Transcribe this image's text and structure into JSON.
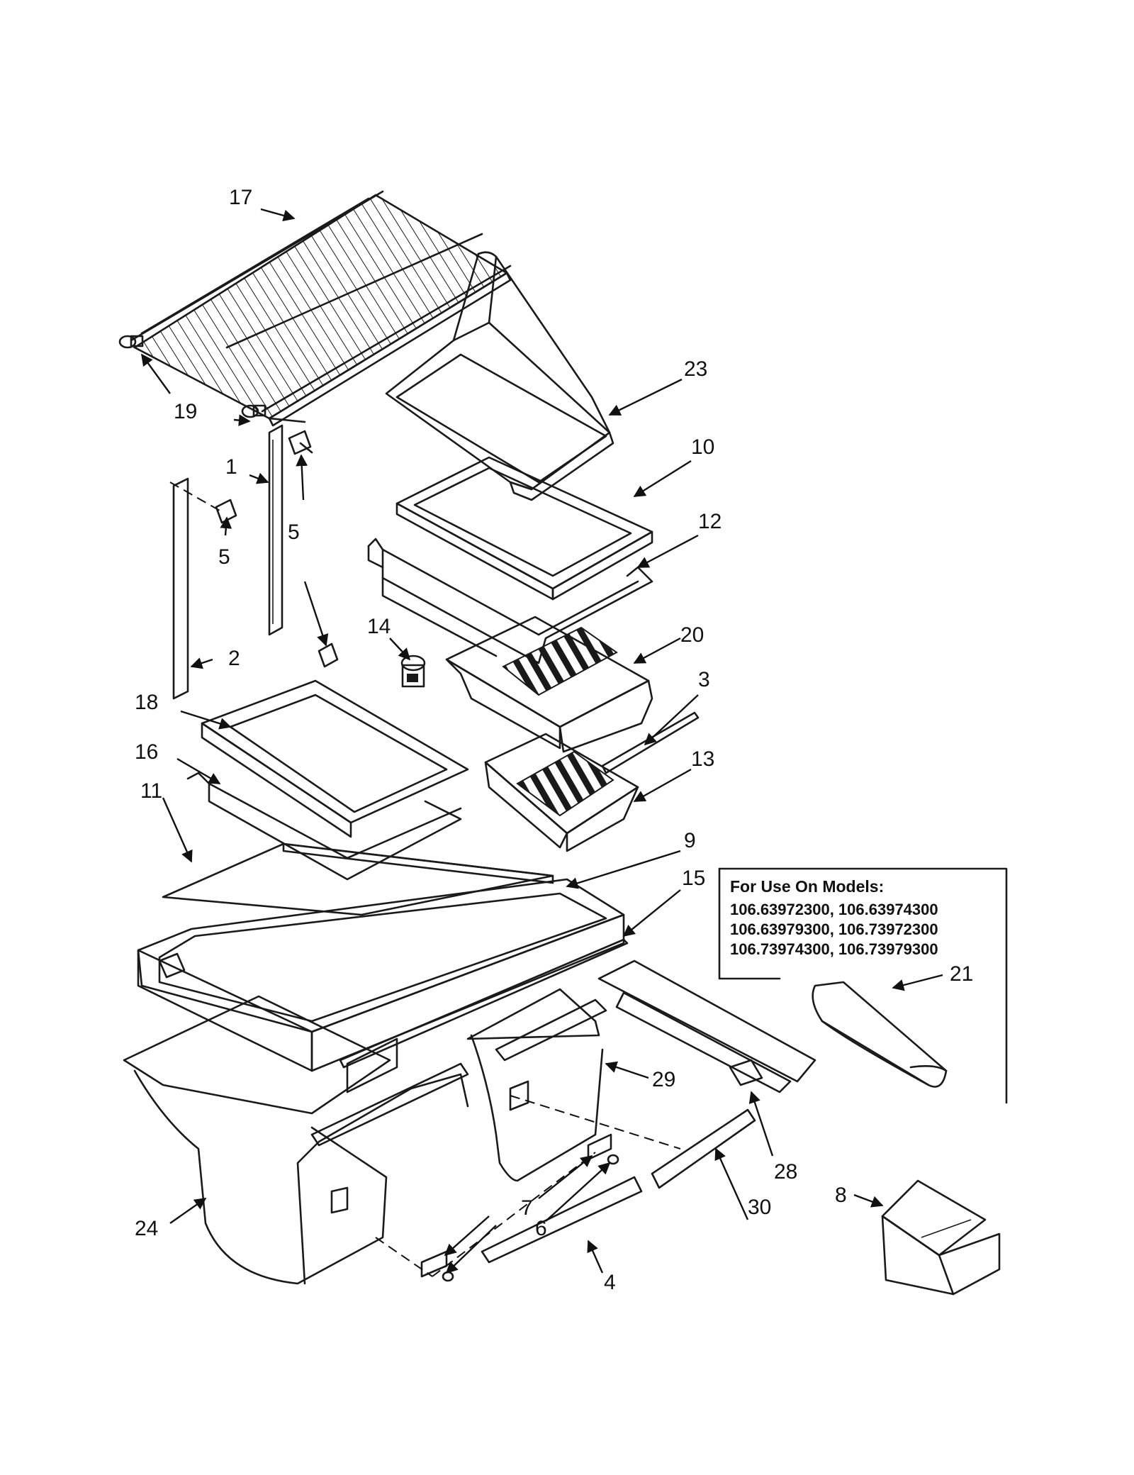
{
  "labels": {
    "p1": "1",
    "p2": "2",
    "p3": "3",
    "p4": "4",
    "p5a": "5",
    "p5b": "5",
    "p6": "6",
    "p7": "7",
    "p8": "8",
    "p9": "9",
    "p10": "10",
    "p11": "11",
    "p12": "12",
    "p13": "13",
    "p14": "14",
    "p15": "15",
    "p16": "16",
    "p17": "17",
    "p18": "18",
    "p19": "19",
    "p20": "20",
    "p21": "21",
    "p23": "23",
    "p24": "24",
    "p28": "28",
    "p29": "29",
    "p30": "30"
  },
  "models_box": {
    "title": "For Use On Models:",
    "lines": [
      "106.63972300, 106.63974300",
      "106.63979300, 106.73972300",
      "106.73974300, 106.73979300"
    ]
  }
}
